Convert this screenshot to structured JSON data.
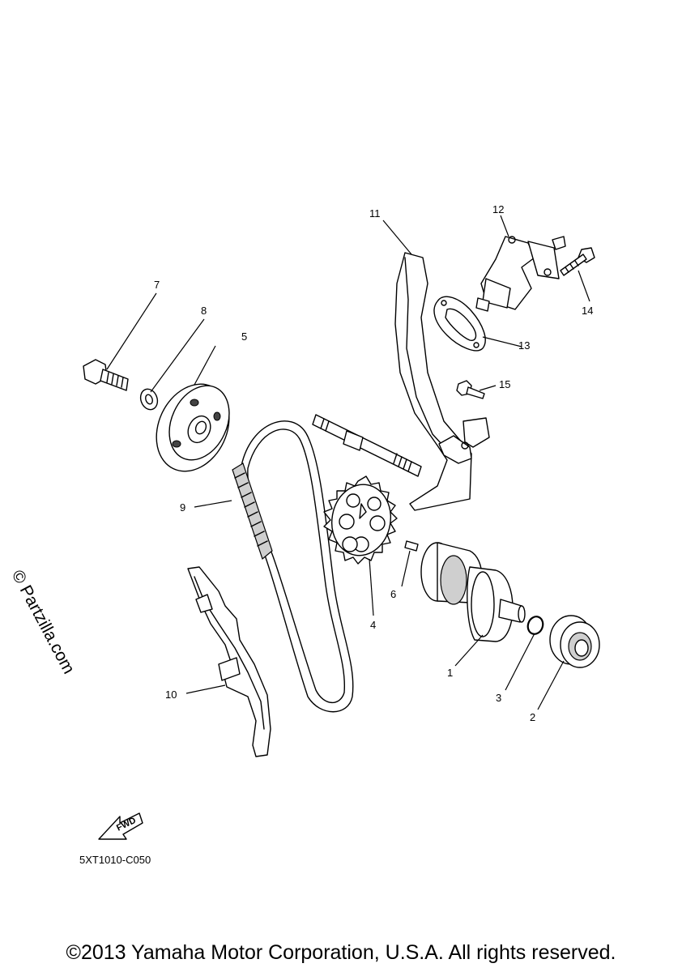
{
  "callouts": {
    "c1": "1",
    "c2": "2",
    "c3": "3",
    "c4": "4",
    "c5": "5",
    "c6": "6",
    "c7": "7",
    "c8": "8",
    "c9": "9",
    "c10": "10",
    "c11": "11",
    "c12": "12",
    "c13": "13",
    "c14": "14",
    "c15": "15"
  },
  "fwd_label": "FWD",
  "diagram_code": "5XT1010-C050",
  "watermark": "© Partzilla.com",
  "copyright": "©2013 Yamaha Motor Corporation, U.S.A. All rights reserved."
}
